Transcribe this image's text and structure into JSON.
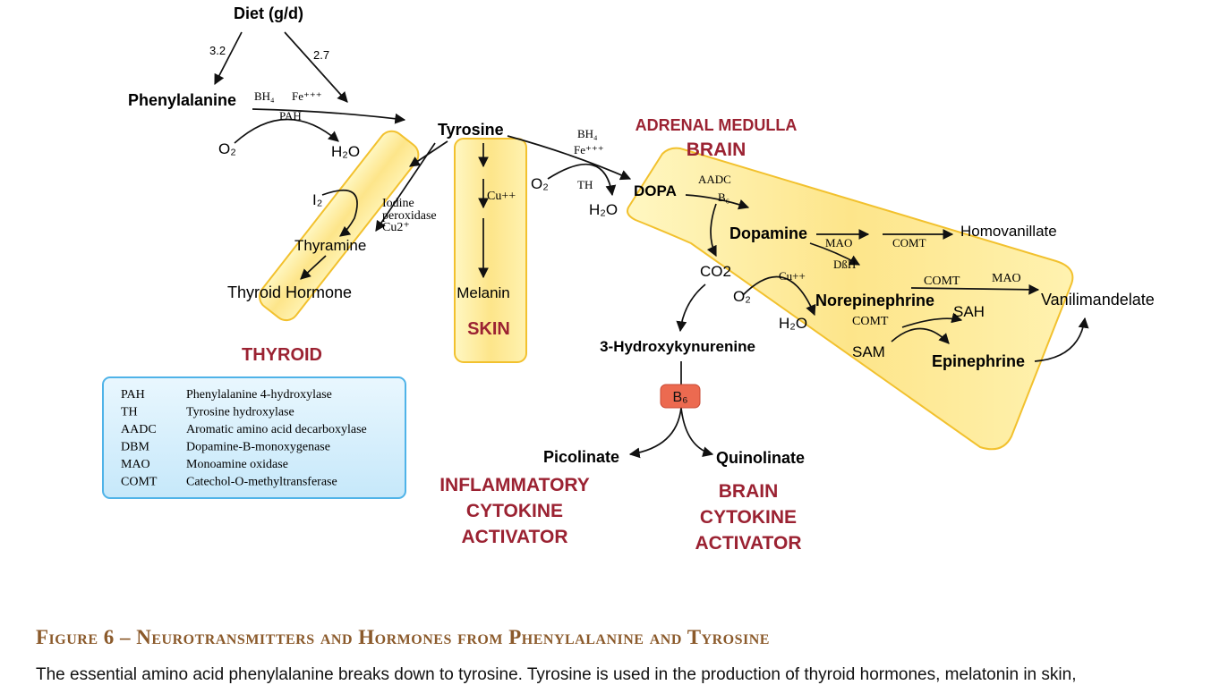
{
  "diagram": {
    "diet": "Diet (g/d)",
    "diet_to_phe": "3.2",
    "diet_to_tyr": "2.7",
    "phenylalanine": "Phenylalanine",
    "bh4": "BH₄",
    "fe": "Fe⁺⁺⁺",
    "pah": "PAH",
    "o2": "O₂",
    "h2o": "H₂O",
    "tyrosine": "Tyrosine",
    "i2": "I₂",
    "iodine_1": "Iodine",
    "iodine_2": "peroxidase",
    "iodine_3": "Cu2⁺",
    "thyramine": "Thyramine",
    "thyroid_hormone": "Thyroid Hormone",
    "thyroid": "THYROID",
    "cu": "Cu++",
    "melanin": "Melanin",
    "skin": "SKIN",
    "th": "TH",
    "adrenal": "ADRENAL MEDULLA",
    "brain": "BRAIN",
    "dopa": "DOPA",
    "aadc": "AADC",
    "b6": "B₆",
    "dopamine": "Dopamine",
    "mao": "MAO",
    "comt": "COMT",
    "homovanillate": "Homovanillate",
    "co2": "CO2",
    "dbh": "DßH",
    "norepinephrine": "Norepinephrine",
    "sah": "SAH",
    "sam": "SAM",
    "epinephrine": "Epinephrine",
    "vanilimandelate": "Vanilimandelate",
    "hydroxykynurenine": "3-Hydroxykynurenine",
    "b6_badge": "B₆",
    "picolinate": "Picolinate",
    "quinolinate": "Quinolinate",
    "inflammatory_1": "INFLAMMATORY",
    "inflammatory_2": "CYTOKINE",
    "inflammatory_3": "ACTIVATOR",
    "brain_cyt_1": "BRAIN",
    "brain_cyt_2": "CYTOKINE",
    "brain_cyt_3": "ACTIVATOR"
  },
  "legend": [
    {
      "abbr": "PAH",
      "full": "Phenylalanine 4-hydroxylase"
    },
    {
      "abbr": "TH",
      "full": "Tyrosine hydroxylase"
    },
    {
      "abbr": "AADC",
      "full": "Aromatic amino acid decarboxylase"
    },
    {
      "abbr": "DBM",
      "full": "Dopamine-B-monoxygenase"
    },
    {
      "abbr": "MAO",
      "full": "Monoamine oxidase"
    },
    {
      "abbr": "COMT",
      "full": "Catechol-O-methyltransferase"
    }
  ],
  "caption": {
    "title": "Figure 6 – Neurotransmitters and Hormones from Phenylalanine and Tyrosine",
    "text": "The essential amino acid phenylalanine breaks down to tyrosine. Tyrosine is used in the production of thyroid hormones, melatonin in skin,"
  },
  "colors": {
    "region_fill": "#fde58a",
    "region_stroke": "#f2c12e",
    "label_red": "#9b2232",
    "legend_fill": "#d6eefb",
    "legend_stroke": "#4fb3e8",
    "badge_fill": "#ec6a50",
    "caption_title": "#8b5a2b"
  }
}
